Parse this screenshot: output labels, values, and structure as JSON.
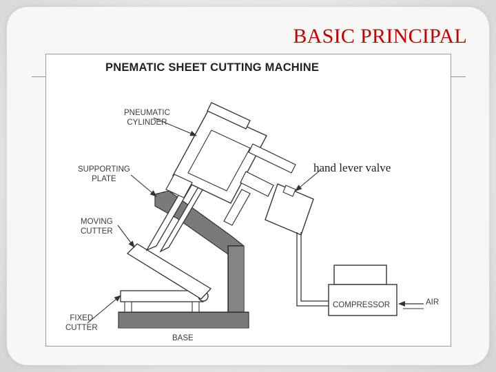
{
  "slide": {
    "title": "BASIC PRINCIPAL"
  },
  "figure": {
    "title": "PNEMATIC SHEET CUTTING MACHINE",
    "labels": {
      "pneumatic_cylinder": [
        "PNEUMATIC",
        "CYLINDER"
      ],
      "supporting_plate": [
        "SUPPORTING",
        "PLATE"
      ],
      "moving_cutter": [
        "MOVING",
        "CUTTER"
      ],
      "fixed_cutter": [
        "FIXED",
        "CUTTER"
      ],
      "base": "BASE",
      "compressor": "COMPRESSOR",
      "air": "AIR",
      "hand_lever_valve": "hand lever valve"
    }
  },
  "colors": {
    "title_red": "#c00000",
    "rule_green": "#7aa37a",
    "line": "#3a3a3a"
  }
}
